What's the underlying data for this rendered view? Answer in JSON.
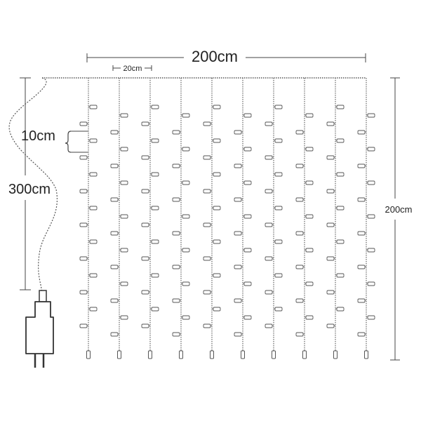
{
  "labels": {
    "top_width": "200cm",
    "spacing": "20cm",
    "drop_spacing": "10cm",
    "lead_length": "300cm",
    "right_height": "200cm"
  },
  "curtain": {
    "strand_count": 10,
    "lights_per_strand": 14
  },
  "colors": {
    "line": "#444444",
    "wire": "#666666",
    "bulb_fill": "#ffffff",
    "bulb_stroke": "#555555",
    "plug": "#333333",
    "text": "#222222"
  }
}
